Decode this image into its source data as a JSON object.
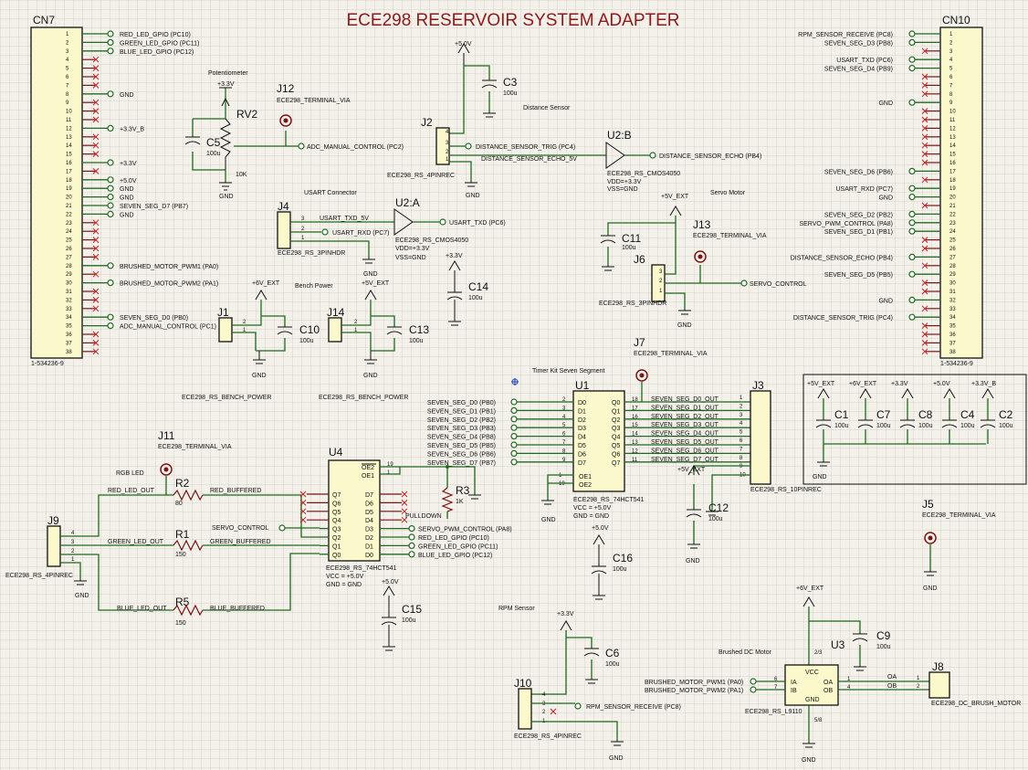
{
  "title": "ECE298 RESERVOIR SYSTEM ADAPTER",
  "connectors": {
    "cn7": {
      "ref": "CN7",
      "part": "1-534236-9",
      "pins": [
        "1",
        "2",
        "3",
        "4",
        "5",
        "6",
        "7",
        "8",
        "9",
        "10",
        "11",
        "12",
        "13",
        "14",
        "15",
        "16",
        "17",
        "18",
        "19",
        "20",
        "21",
        "22",
        "23",
        "24",
        "25",
        "26",
        "27",
        "28",
        "29",
        "30",
        "31",
        "32",
        "33",
        "34",
        "35",
        "36",
        "37",
        "38"
      ],
      "nets": [
        {
          "pin": 1,
          "label": "RED_LED_GPIO (PC10)"
        },
        {
          "pin": 2,
          "label": "GREEN_LED_GPIO (PC11)"
        },
        {
          "pin": 3,
          "label": "BLUE_LED_GPIO (PC12)"
        },
        {
          "pin": 8,
          "label": "GND"
        },
        {
          "pin": 12,
          "label": "+3.3V_B"
        },
        {
          "pin": 16,
          "label": "+3.3V"
        },
        {
          "pin": 18,
          "label": "+5.0V"
        },
        {
          "pin": 19,
          "label": "GND"
        },
        {
          "pin": 20,
          "label": "GND"
        },
        {
          "pin": 21,
          "label": "SEVEN_SEG_D7 (PB7)"
        },
        {
          "pin": 22,
          "label": "GND"
        },
        {
          "pin": 28,
          "label": "BRUSHED_MOTOR_PWM1 (PA0)"
        },
        {
          "pin": 30,
          "label": "BRUSHED_MOTOR_PWM2 (PA1)"
        },
        {
          "pin": 34,
          "label": "SEVEN_SEG_D0 (PB0)"
        },
        {
          "pin": 35,
          "label": "ADC_MANUAL_CONTROL (PC1)"
        }
      ]
    },
    "cn10": {
      "ref": "CN10",
      "part": "1-534236-9",
      "nets": [
        {
          "pin": 1,
          "label": "RPM_SENSOR_RECEIVE (PC8)"
        },
        {
          "pin": 2,
          "label": "SEVEN_SEG_D3 (PB8)"
        },
        {
          "pin": 4,
          "label": "USART_TXD (PC6)"
        },
        {
          "pin": 5,
          "label": "SEVEN_SEG_D4 (PB9)"
        },
        {
          "pin": 9,
          "label": "GND"
        },
        {
          "pin": 17,
          "label": "SEVEN_SEG_D6 (PB6)"
        },
        {
          "pin": 19,
          "label": "USART_RXD (PC7)"
        },
        {
          "pin": 20,
          "label": "GND"
        },
        {
          "pin": 22,
          "label": "SEVEN_SEG_D2 (PB2)"
        },
        {
          "pin": 23,
          "label": "SERVO_PWM_CONTROL (PA8)"
        },
        {
          "pin": 24,
          "label": "SEVEN_SEG_D1 (PB1)"
        },
        {
          "pin": 27,
          "label": "DISTANCE_SENSOR_ECHO (PB4)"
        },
        {
          "pin": 29,
          "label": "SEVEN_SEG_D5 (PB5)"
        },
        {
          "pin": 32,
          "label": "GND"
        },
        {
          "pin": 34,
          "label": "DISTANCE_SENSOR_TRIG (PC4)"
        }
      ]
    }
  },
  "blocks": {
    "potentiometer": {
      "caption": "Potentiometer",
      "rail": "+3.3V",
      "ref": "RV2",
      "value": "10K",
      "cap": "C5",
      "cap_val": "100u",
      "gnd": "GND",
      "net": "ADC_MANUAL_CONTROL (PC2)"
    },
    "j12": {
      "ref": "J12",
      "part": "ECE298_TERMINAL_VIA"
    },
    "distance": {
      "caption": "Distance Sensor",
      "rail": "+5.0V",
      "cap": "C3",
      "cap_val": "100u",
      "ref": "J2",
      "part": "ECE298_RS_4PINREC",
      "trig": "DISTANCE_SENSOR_TRIG (PC4)",
      "echo5": "DISTANCE_SENSOR_ECHO_5V",
      "gnd": "GND",
      "buf_ref": "U2:B",
      "buf_part": "ECE298_RS_CMOS4050",
      "vdd": "VDD=+3.3V",
      "vss": "VSS=GND",
      "echo": "DISTANCE_SENSOR_ECHO (PB4)"
    },
    "usart": {
      "caption": "USART Connector",
      "ref": "J4",
      "part": "ECE298_RS_3PINHDR",
      "txd5": "USART_TXD_5V",
      "rxd": "USART_RXD (PC7)",
      "gnd": "GND",
      "buf_ref": "U2:A",
      "buf_part": "ECE298_RS_CMOS4050",
      "vdd": "VDD=+3.3V",
      "vss": "VSS=GND",
      "txd": "USART_TXD (PC6)"
    },
    "c14": {
      "rail": "+3.3V",
      "ref": "C14",
      "val": "100u"
    },
    "servo": {
      "caption": "Servo Motor",
      "rail": "+5V_EXT",
      "cap": "C11",
      "cap_val": "100u",
      "ref": "J6",
      "part": "ECE298_RS_3PINHDR",
      "j13": "J13",
      "j13_part": "ECE298_TERMINAL_VIA",
      "net": "SERVO_CONTROL",
      "gnd": "GND"
    },
    "bench": {
      "caption": "Bench Power",
      "j1": "J1",
      "j1_rail": "+6V_EXT",
      "c10": "C10",
      "j14": "J14",
      "j14_rail": "+5V_EXT",
      "c13": "C13",
      "cap_val": "100u",
      "gnd": "GND",
      "part": "ECE298_RS_BENCH_POWER"
    },
    "j7": {
      "ref": "J7",
      "part": "ECE298_TERMINAL_VIA"
    },
    "sevenseg": {
      "caption": "Timer Kit Seven Segment",
      "ref": "U1",
      "part": "ECE298_RS_74HCT541",
      "vcc": "VCC = +5.0V",
      "gnd_note": "GND = GND",
      "inputs": [
        "SEVEN_SEG_D0 (PB0)",
        "SEVEN_SEG_D1 (PB1)",
        "SEVEN_SEG_D2 (PB2)",
        "SEVEN_SEG_D3 (PB3)",
        "SEVEN_SEG_D4 (PB8)",
        "SEVEN_SEG_D5 (PB5)",
        "SEVEN_SEG_D6 (PB6)",
        "SEVEN_SEG_D7 (PB7)"
      ],
      "outputs": [
        "SEVEN_SEG_D0_OUT",
        "SEVEN_SEG_D1_OUT",
        "SEVEN_SEG_D2_OUT",
        "SEVEN_SEG_D3_OUT",
        "SEVEN_SEG_D4_OUT",
        "SEVEN_SEG_D5_OUT",
        "SEVEN_SEG_D6_OUT",
        "SEVEN_SEG_D7_OUT"
      ],
      "in_pins": [
        "D0",
        "D1",
        "D2",
        "D3",
        "D4",
        "D5",
        "D6",
        "D7"
      ],
      "out_pins": [
        "Q0",
        "Q1",
        "Q2",
        "Q3",
        "Q4",
        "Q5",
        "Q6",
        "Q7"
      ],
      "in_nums": [
        "2",
        "3",
        "4",
        "5",
        "6",
        "7",
        "8",
        "9"
      ],
      "out_nums": [
        "18",
        "17",
        "16",
        "15",
        "14",
        "13",
        "12",
        "11"
      ],
      "j3": "J3",
      "j3_part": "ECE298_RS_10PINREC",
      "rail": "+5V_EXT",
      "c12": "C12",
      "c12_val": "100u",
      "gnd": "GND",
      "c16": "C16",
      "c16_val": "100u",
      "rail5": "+5.0V"
    },
    "decoupling": {
      "caps": [
        {
          "ref": "C1",
          "rail": "+5V_EXT"
        },
        {
          "ref": "C7",
          "rail": "+6V_EXT"
        },
        {
          "ref": "C8",
          "rail": "+3.3V"
        },
        {
          "ref": "C4",
          "rail": "+5.0V"
        },
        {
          "ref": "C2",
          "rail": "+3.3V_B"
        }
      ],
      "val": "100u",
      "gnd": "GND"
    },
    "rgb": {
      "caption": "RGB LED",
      "j11": "J11",
      "j11_part": "ECE298_TERMINAL_VIA",
      "j9": "J9",
      "j9_part": "ECE298_RS_4PINREC",
      "r2": "R2",
      "r5": "R5",
      "r1": "R1",
      "r2_val": "80",
      "r1_val": "150",
      "r5_val": "150",
      "red": "RED_LED_OUT",
      "green": "GREEN_LED_OUT",
      "blue": "BLUE_LED_OUT",
      "red_b": "RED_BUFFERED",
      "green_b": "GREEN_BUFFERED",
      "blue_b": "BLUE_BUFFERED",
      "gnd": "GND"
    },
    "u4": {
      "ref": "U4",
      "part": "ECE298_RS_74HCT541",
      "vcc": "VCC = +5.0V",
      "gnd_note": "GND = GND",
      "servo": "SERVO_CONTROL",
      "pins_left": [
        "Q7",
        "Q6",
        "Q5",
        "Q4",
        "Q3",
        "Q2",
        "Q1",
        "Q0"
      ],
      "pins_right": [
        "D7",
        "D6",
        "D5",
        "D4",
        "D3",
        "D2",
        "D1",
        "D0"
      ],
      "oe": [
        "OE2",
        "OE1"
      ],
      "r3": "R3",
      "r3_val": "1K",
      "pulldown": "PULLDOWN",
      "outs": [
        "SERVO_PWM_CONTROL (PA8)",
        "RED_LED_GPIO (PC10)",
        "GREEN_LED_GPIO (PC11)",
        "BLUE_LED_GPIO (PC12)"
      ],
      "c15": "C15",
      "c15_val": "100u",
      "rail5": "+5.0V"
    },
    "j5": {
      "ref": "J5",
      "part": "ECE298_TERMINAL_VIA",
      "gnd": "GND"
    },
    "rpm": {
      "caption": "RPM Sensor",
      "rail": "+3.3V",
      "c6": "C6",
      "c6_val": "100u",
      "ref": "J10",
      "part": "ECE298_RS_4PINREC",
      "net": "RPM_SENSOR_RECEIVE (PC8)",
      "gnd": "GND"
    },
    "motor": {
      "caption": "Brushed DC Motor",
      "rail": "+6V_EXT",
      "c9": "C9",
      "c9_val": "100u",
      "ref": "U3",
      "part": "ECE298_RS_L9110",
      "in1": "BRUSHED_MOTOR_PWM1 (PA0)",
      "in2": "BRUSHED_MOTOR_PWM2 (PA1)",
      "oa": "OA",
      "ob": "OB",
      "ia": "IA",
      "ib": "IB",
      "vcc": "VCC",
      "gndp": "GND",
      "j8": "J8",
      "j8_part": "ECE298_DC_BRUSH_MOTOR",
      "gnd": "GND"
    }
  }
}
